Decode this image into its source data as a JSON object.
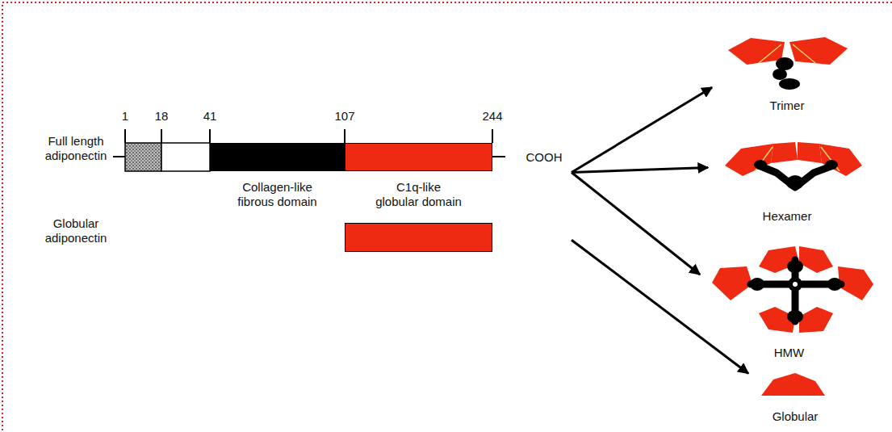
{
  "diagram": {
    "nodes": [
      {
        "text": [
          "Full length adiponectin",
          "COOH"
        ]
      },
      {
        "text": [
          "Collagen-like fibrous domain"
        ],
        "in": 0
      },
      {
        "text": [
          "C1q-like globular domain"
        ],
        "in": 0
      },
      {
        "text": [
          "Globular adiponectin"
        ]
      },
      {
        "text": [
          "Trimer"
        ]
      },
      {
        "text": [
          "Hexamer"
        ]
      },
      {
        "text": [
          "HMW"
        ]
      },
      {
        "text": [
          "Globular"
        ]
      }
    ],
    "edges": [
      {
        "from": 0,
        "to": 4,
        "arrow": "to"
      },
      {
        "from": 0,
        "to": 5,
        "arrow": "to"
      },
      {
        "from": 0,
        "to": 6,
        "arrow": "to"
      },
      {
        "from": 3,
        "to": 7,
        "arrow": "to"
      }
    ],
    "labels": [
      "1",
      "18",
      "41",
      "107",
      "244"
    ]
  }
}
